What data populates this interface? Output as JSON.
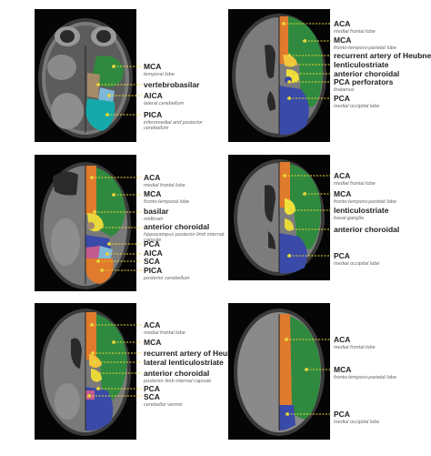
{
  "colors": {
    "ACA": "#e07a2c",
    "MCA": "#2f8a3f",
    "PCA": "#3a4aa8",
    "vertebrobasilar": "#a58a6a",
    "AICA": "#7fb7d6",
    "PICA": "#15a9a9",
    "SCA": "#c35a8f",
    "lenticulostriate": "#f0e03a",
    "anterior_choroidal": "#e9d93a",
    "recurrent_heubner": "#f3c33a",
    "leader_line": "#e8d63a"
  },
  "panels": [
    {
      "id": "p1",
      "labels": [
        {
          "name": "MCA",
          "sub": "temporal lobe"
        },
        {
          "name": "vertebrobasilar",
          "sub": ""
        },
        {
          "name": "AICA",
          "sub": "lateral cerebellum"
        },
        {
          "name": "PICA",
          "sub": "inferomedial and posterior cerebellum"
        }
      ]
    },
    {
      "id": "p2",
      "labels": [
        {
          "name": "ACA",
          "sub": "medial frontal lobe"
        },
        {
          "name": "MCA",
          "sub": "fronto-temporo-parietal lobe"
        },
        {
          "name": "recurrent artery of Heubner",
          "sub": ""
        },
        {
          "name": "lenticulostriate",
          "sub": ""
        },
        {
          "name": "anterior choroidal",
          "sub": ""
        },
        {
          "name": "PCA perforators",
          "sub": "thalamus"
        },
        {
          "name": "PCA",
          "sub": "medial occipital lobe"
        }
      ]
    },
    {
      "id": "p3",
      "labels": [
        {
          "name": "ACA",
          "sub": "medial frontal lobe"
        },
        {
          "name": "MCA",
          "sub": "fronto-temporal lobe"
        },
        {
          "name": "basilar",
          "sub": "midbrain"
        },
        {
          "name": "anterior choroidal",
          "sub": "hippocampus posterior limb internal capsule"
        },
        {
          "name": "PCA",
          "sub": ""
        },
        {
          "name": "AICA",
          "sub": ""
        },
        {
          "name": "SCA",
          "sub": ""
        },
        {
          "name": "PICA",
          "sub": "posterior cerebellum"
        }
      ]
    },
    {
      "id": "p4",
      "labels": [
        {
          "name": "ACA",
          "sub": "medial frontal lobe"
        },
        {
          "name": "MCA",
          "sub": "fronto-temporo-parietal lobe"
        },
        {
          "name": "lenticulostriate",
          "sub": "basal ganglia"
        },
        {
          "name": "anterior choroidal",
          "sub": ""
        },
        {
          "name": "PCA",
          "sub": "medial occipital lobe"
        }
      ]
    },
    {
      "id": "p5",
      "labels": [
        {
          "name": "ACA",
          "sub": "medial frontal lobe"
        },
        {
          "name": "MCA",
          "sub": ""
        },
        {
          "name": "recurrent artery of Heubner",
          "sub": ""
        },
        {
          "name": "lateral lenticulostriate",
          "sub": ""
        },
        {
          "name": "anterior choroidal",
          "sub": "posterior limb internal capsule"
        },
        {
          "name": "PCA",
          "sub": ""
        },
        {
          "name": "SCA",
          "sub": "cerebellar vermis"
        }
      ]
    },
    {
      "id": "p6",
      "labels": [
        {
          "name": "ACA",
          "sub": "medial frontal lobe"
        },
        {
          "name": "MCA",
          "sub": "fronto-temporo-parietal lobe"
        },
        {
          "name": "PCA",
          "sub": "medial occipital lobe"
        }
      ]
    }
  ]
}
